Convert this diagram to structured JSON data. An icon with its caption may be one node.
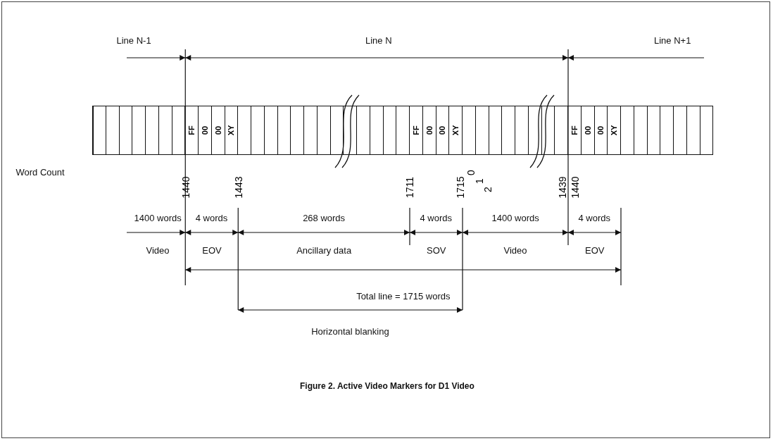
{
  "diagram": {
    "caption": "Figure 2. Active Video Markers for D1 Video",
    "nodes": [
      {
        "text": [],
        "shape": "box"
      },
      {
        "text": [],
        "shape": "box"
      },
      {
        "text": [],
        "shape": "box"
      },
      {
        "text": [],
        "shape": "box"
      },
      {
        "text": [],
        "shape": "box"
      },
      {
        "text": [],
        "shape": "box"
      },
      {
        "text": [],
        "shape": "box"
      },
      {
        "text": [
          "FF"
        ]
      },
      {
        "text": [
          "00"
        ]
      },
      {
        "text": [
          "00"
        ]
      },
      {
        "text": [
          "XY"
        ]
      },
      {
        "text": [],
        "shape": "box"
      },
      {
        "text": [],
        "shape": "box"
      },
      {
        "text": [],
        "shape": "box"
      },
      {
        "text": [],
        "shape": "box"
      },
      {
        "text": [],
        "shape": "box"
      },
      {
        "text": [],
        "shape": "box"
      },
      {
        "text": [],
        "shape": "box"
      },
      {
        "text": [],
        "shape": "box"
      },
      {
        "text": [],
        "shape": "box"
      },
      {
        "text": [],
        "shape": "box"
      },
      {
        "text": [],
        "shape": "box"
      },
      {
        "text": [],
        "shape": "box"
      },
      {
        "text": [],
        "shape": "box"
      },
      {
        "text": [
          "FF"
        ]
      },
      {
        "text": [
          "00"
        ]
      },
      {
        "text": [
          "00"
        ]
      },
      {
        "text": [
          "XY"
        ]
      },
      {
        "text": [],
        "shape": "box"
      },
      {
        "text": [],
        "shape": "box"
      },
      {
        "text": [],
        "shape": "box"
      },
      {
        "text": [],
        "shape": "box"
      },
      {
        "text": [],
        "shape": "box"
      },
      {
        "text": [],
        "shape": "box"
      },
      {
        "text": [],
        "shape": "box"
      },
      {
        "text": [],
        "shape": "box"
      },
      {
        "text": [
          "FF"
        ]
      },
      {
        "text": [
          "00"
        ]
      },
      {
        "text": [
          "00"
        ]
      },
      {
        "text": [
          "XY"
        ]
      },
      {
        "text": [],
        "shape": "box"
      },
      {
        "text": [],
        "shape": "box"
      },
      {
        "text": [],
        "shape": "box"
      },
      {
        "text": [],
        "shape": "box"
      },
      {
        "text": [],
        "shape": "box"
      },
      {
        "text": [],
        "shape": "box"
      },
      {
        "text": [],
        "shape": "box"
      }
    ],
    "labels": [
      "Line N-1",
      "Line N",
      "Line N+1",
      "Word Count",
      "1440",
      "1443",
      "1711",
      "1715",
      "0",
      "1",
      "2",
      "1439",
      "1440",
      "1400 words",
      "4 words",
      "268 words",
      "4 words",
      "1400 words",
      "4 words",
      "Video",
      "EOV",
      "Ancillary data",
      "SOV",
      "Video",
      "EOV",
      "Total line = 1715 words",
      "Horizontal blanking"
    ]
  }
}
